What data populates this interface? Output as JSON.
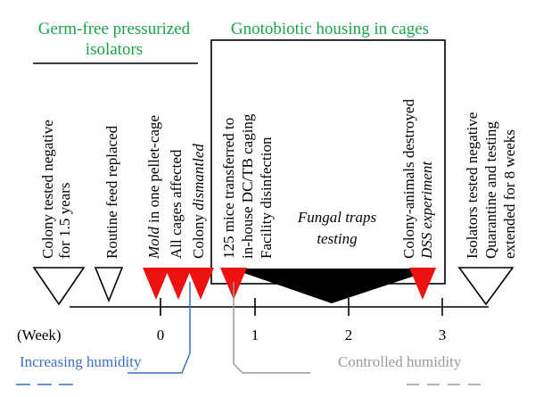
{
  "headers": {
    "left": [
      "Germ-free pressurized",
      "isolators"
    ],
    "right": "Gnotobiotic housing in cages"
  },
  "events": {
    "colony_tested": [
      "Colony tested negative",
      "for 1.5 years"
    ],
    "feed_replaced": "Routine feed replaced",
    "mold_italic": "Mold",
    "mold_rest": " in one pellet-cage",
    "all_cages": "All cages affected",
    "colony_prefix": "Colony ",
    "colony_dismantled": "dismantled",
    "mice_transferred": [
      "125 mice transferred to",
      "in-house DC/TB caging",
      "Facility disinfection"
    ],
    "fungal_traps": [
      "Fungal traps",
      "testing"
    ],
    "colony_destroyed": "Colony-animals destroyed",
    "dss_experiment": "DSS experiment",
    "isolators_tested": [
      "Isolators tested negative",
      "Quarantine and testing",
      "extended for 8 weeks"
    ]
  },
  "axis": {
    "unit_label": "(Week)",
    "ticks": [
      "0",
      "1",
      "2",
      "3"
    ]
  },
  "humidity": {
    "increasing": "Increasing humidity",
    "controlled": "Controlled humidity"
  },
  "colors": {
    "header_green": "#1aa34a",
    "marker_red": "#ee1111",
    "increasing_blue": "#3b6fc7",
    "controlled_gray": "#9a9a9a"
  }
}
